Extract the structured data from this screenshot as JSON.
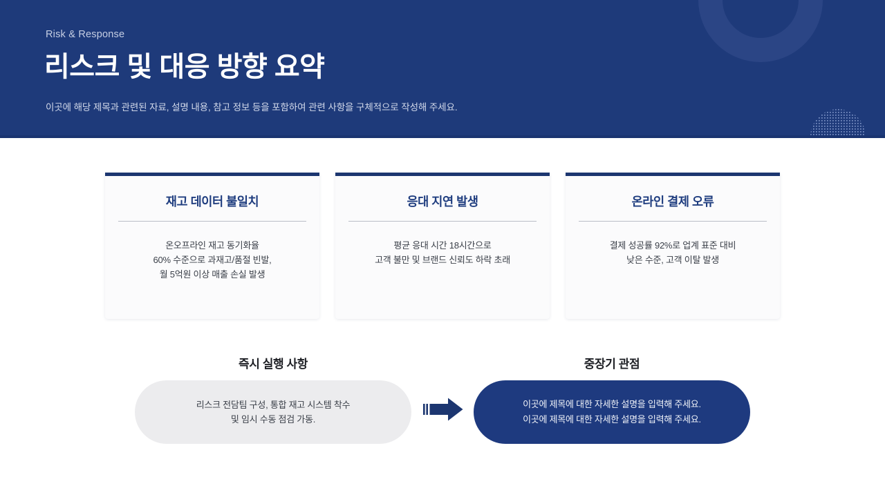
{
  "header": {
    "eyebrow": "Risk & Response",
    "title": "리스크 및 대응 방향 요약",
    "subtitle": "이곳에 해당 제목과 관련된 자료, 설명 내용, 참고 정보 등을 포함하여 관련 사항을 구체적으로 작성해 주세요.",
    "background_color": "#1e3a7a",
    "ring_color": "#2c4686",
    "dots_color": "#6f86bd"
  },
  "cards": [
    {
      "title": "재고 데이터 불일치",
      "lines": [
        "온오프라인 재고 동기화율",
        "60% 수준으로 과재고/품절 빈발,",
        "월 5억원 이상 매출 손실 발생"
      ],
      "accent_color": "#1c3670"
    },
    {
      "title": "응대 지연 발생",
      "lines": [
        "평균 응대 시간 18시간으로",
        "고객 불만 및 브랜드 신뢰도 하락 초래"
      ],
      "accent_color": "#1c3670"
    },
    {
      "title": "온라인 결제 오류",
      "lines": [
        "결제 성공률 92%로 업계 표준 대비",
        "낮은 수준, 고객 이탈 발생"
      ],
      "accent_color": "#1c3670"
    }
  ],
  "action_row": {
    "left": {
      "label": "즉시 실행 사항",
      "lines": [
        "리스크 전담팀 구성, 통합 재고 시스템 착수",
        "및 임시 수동 점검 가동."
      ],
      "pill_color": "#ececee"
    },
    "right": {
      "label": "중장기 관점",
      "lines": [
        "이곳에 제목에 대한 자세한 설명을 입력해 주세요.",
        "이곳에 제목에 대한 자세한 설명을 입력해 주세요."
      ],
      "pill_color": "#1e3a7f"
    },
    "arrow_color": "#1c3670"
  }
}
